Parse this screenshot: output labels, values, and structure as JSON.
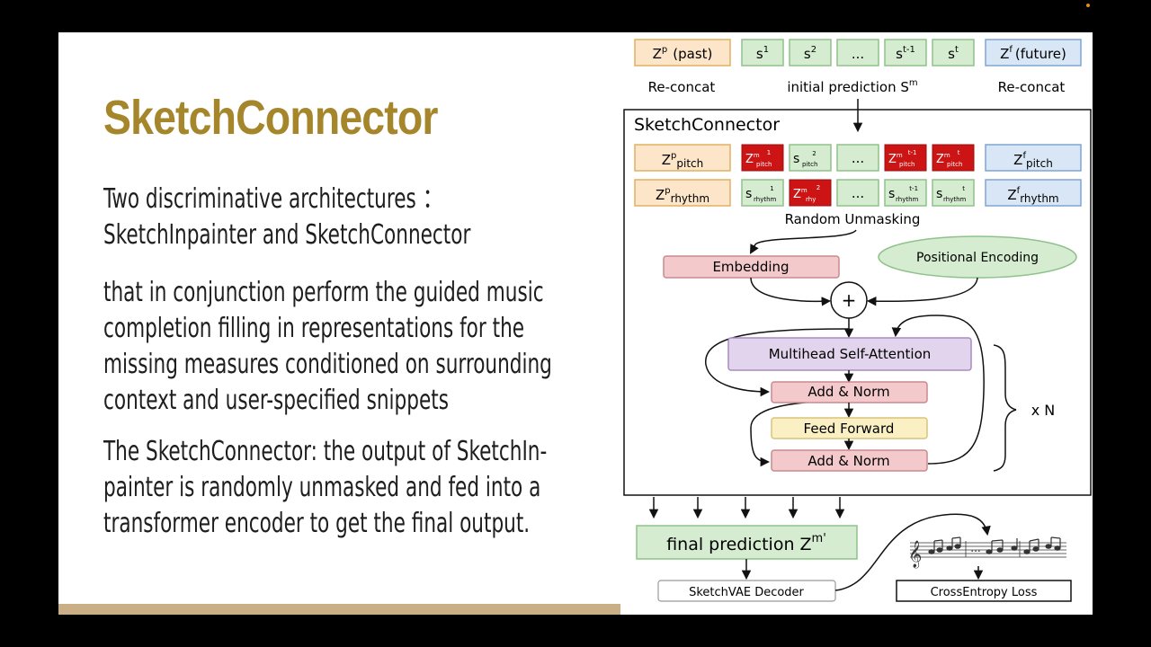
{
  "slide": {
    "title": "SketchConnector",
    "p1": "Two discriminative architectures ：\nSketchInpainter and SketchConnector",
    "p2": "that in conjunction perform the guided music\ncompletion filling in representations for the\nmissing measures conditioned on surrounding\ncontext and user-specified snippets",
    "p3": "The SketchConnector: the output of SketchIn-\npainter is randomly unmasked and fed into a\ntransformer encoder to get the final output."
  },
  "diagram": {
    "top_row": {
      "zp_base": "Z",
      "zp_sup": "p",
      "zp_tail": "(past)",
      "s1_base": "s",
      "s1_sup": "1",
      "s2_base": "s",
      "s2_sup": "2",
      "ellipsis": "...",
      "st1_base": "s",
      "st1_sup": "t-1",
      "st_base": "s",
      "st_sup": "t",
      "zf_base": "Z",
      "zf_sup": "f",
      "zf_tail": "(future)"
    },
    "labels": {
      "reconcat_left": "Re-concat",
      "initial_prediction": "initial prediction S",
      "initial_prediction_sup": "m",
      "reconcat_right": "Re-concat"
    },
    "sketchconnector_label": "SketchConnector",
    "pitch_row": {
      "zp_base": "Z",
      "zp_sup": "p",
      "zp_sub": "pitch",
      "c1_base": "Z",
      "c1_sup": "m",
      "c1_sup2": "1",
      "c1_sub": "pitch",
      "c2_base": "s",
      "c2_sup": "2",
      "c2_sub": "pitch",
      "c3": "...",
      "c4_base": "Z",
      "c4_sup": "m",
      "c4_sup2": "t-1",
      "c4_sub": "pitch",
      "c5_base": "Z",
      "c5_sup": "m",
      "c5_sup2": "t",
      "c5_sub": "pitch",
      "zf_base": "Z",
      "zf_sup": "f",
      "zf_sub": "pitch"
    },
    "rhythm_row": {
      "zp_base": "Z",
      "zp_sup": "p",
      "zp_sub": "rhythm",
      "c1_base": "s",
      "c1_sup": "1",
      "c1_sub": "rhythm",
      "c2_base": "Z",
      "c2_sup": "m",
      "c2_sup2": "2",
      "c2_sub": "rhy",
      "c3": "...",
      "c4_base": "s",
      "c4_sup": "t-1",
      "c4_sub": "rhythm",
      "c5_base": "s",
      "c5_sup": "t",
      "c5_sub": "rhythm",
      "zf_base": "Z",
      "zf_sup": "f",
      "zf_sub": "rhythm"
    },
    "random_unmasking": "Random Unmasking",
    "embedding": "Embedding",
    "positional_encoding": "Positional Encoding",
    "plus": "+",
    "mhsa": "Multihead Self-Attention",
    "add_norm_1": "Add & Norm",
    "feed_forward": "Feed Forward",
    "add_norm_2": "Add & Norm",
    "times_n": "x N",
    "final_prediction": "final prediction Z",
    "final_prediction_sup": "m'",
    "decoder": "SketchVAE Decoder",
    "loss": "CrossEntropy Loss",
    "score_ellipsis": "..."
  },
  "colors": {
    "title": "#a6862a",
    "orange_fill": "#fce5c8",
    "orange_stroke": "#e0b060",
    "green_fill": "#d6ecd0",
    "green_stroke": "#8fc28a",
    "blue_fill": "#d8e6f5",
    "blue_stroke": "#7ea6d6",
    "red_fill": "#cc1414",
    "pink_fill": "#f3c9cc",
    "pink_stroke": "#c98a8e",
    "purple_fill": "#e2d4ec",
    "purple_stroke": "#a98bc2",
    "yellow_fill": "#fbefc4",
    "yellow_stroke": "#d8c47a",
    "bar": "#c9ae86"
  }
}
